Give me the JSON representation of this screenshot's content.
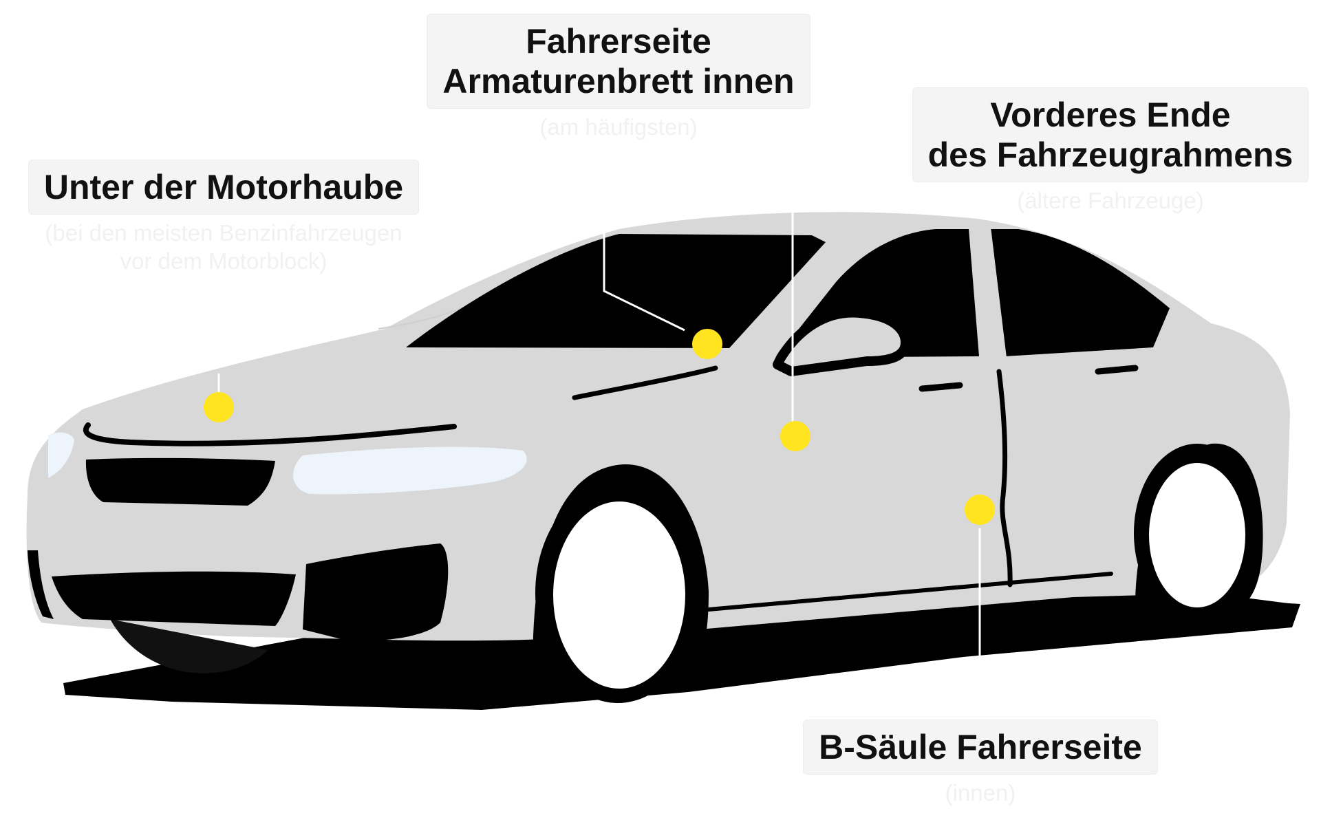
{
  "colors": {
    "body": "#d8d8d8",
    "black": "#000000",
    "headlight": "#eef4fb",
    "marker": "#ffe41f",
    "leader": "#ffffff",
    "label_bg": "#f4f4f4",
    "subtext": "#f1f1f1"
  },
  "labels": {
    "hood": {
      "title_lines": [
        "Unter der Motorhaube"
      ],
      "sub_lines": [
        "(bei den meisten Benzinfahrzeugen",
        "vor dem Motorblock)"
      ]
    },
    "dashboard": {
      "title_lines": [
        "Fahrerseite",
        "Armaturenbrett innen"
      ],
      "sub_lines": [
        "(am häufigsten)"
      ]
    },
    "frame": {
      "title_lines": [
        "Vorderes Ende",
        "des Fahrzeugrahmens"
      ],
      "sub_lines": [
        "(ältere Fahrzeuge)"
      ]
    },
    "pillar": {
      "title_lines": [
        "B-Säule Fahrerseite"
      ],
      "sub_lines": [
        "(innen)"
      ]
    }
  }
}
